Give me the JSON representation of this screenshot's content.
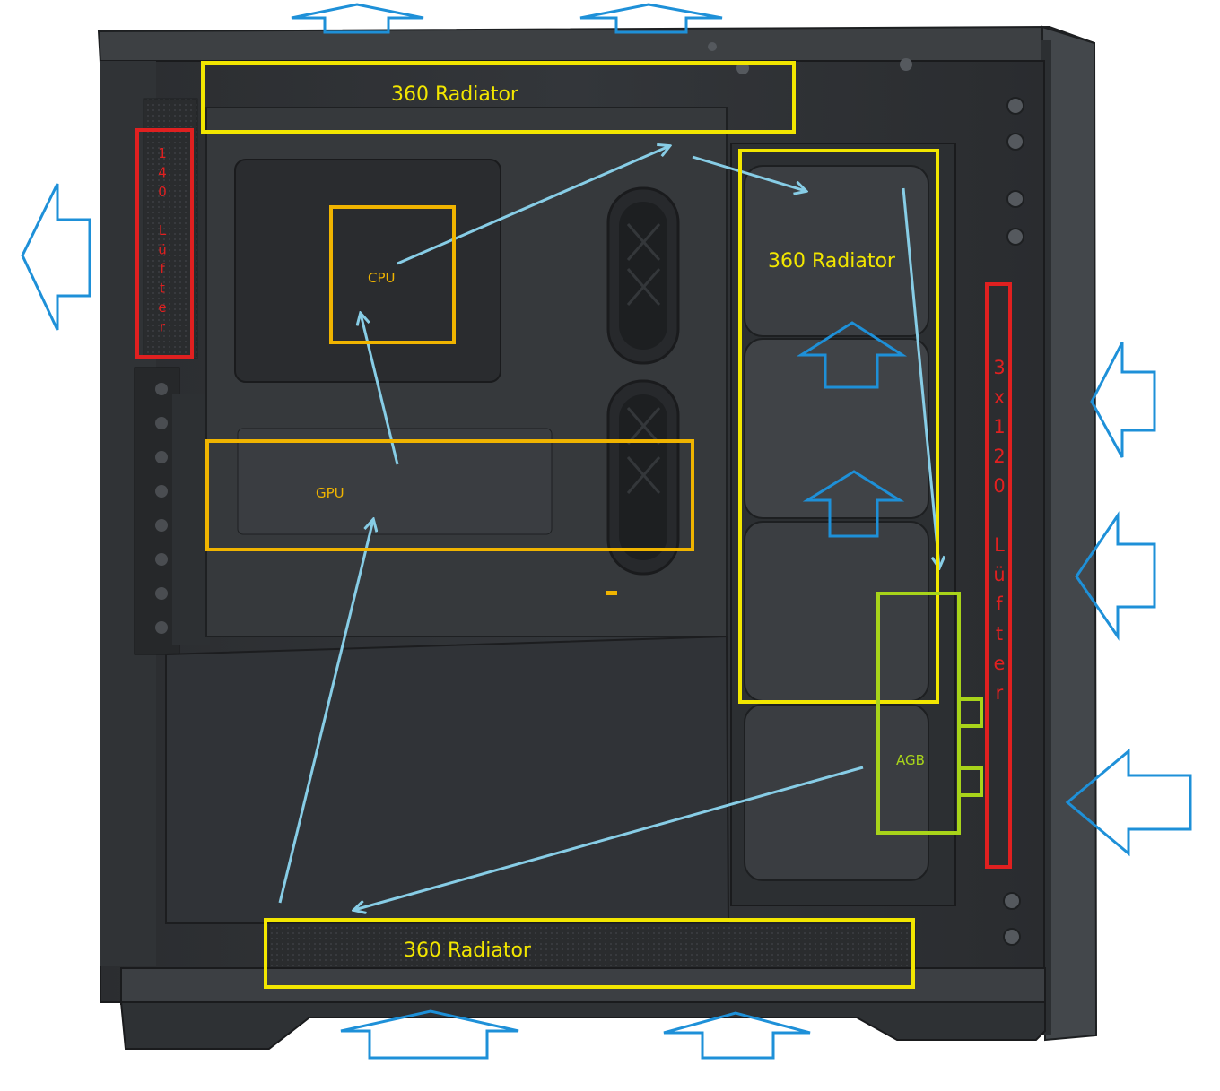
{
  "labels": {
    "radiator_top": "360 Radiator",
    "radiator_front": "360 Radiator",
    "radiator_bottom": "360 Radiator",
    "cpu": "CPU",
    "gpu": "GPU",
    "agb": "AGB",
    "rear_fan_vertical": "140 Lüfter",
    "side_fans_vertical": "3x120 Lüfter"
  },
  "colors": {
    "radiator_box": "#f2e600",
    "component_box": "#f0b400",
    "agb_box": "#a8d41a",
    "fan_box": "#e02020",
    "airflow_arrow": "#1e90d8",
    "coolant_arrow": "#87cde6",
    "case_dark": "#2a2c2e",
    "case_panel": "#3a3c3f"
  },
  "icons": {
    "airflow": "hollow-arrow-icon",
    "coolant_path": "thin-arrow-icon"
  }
}
